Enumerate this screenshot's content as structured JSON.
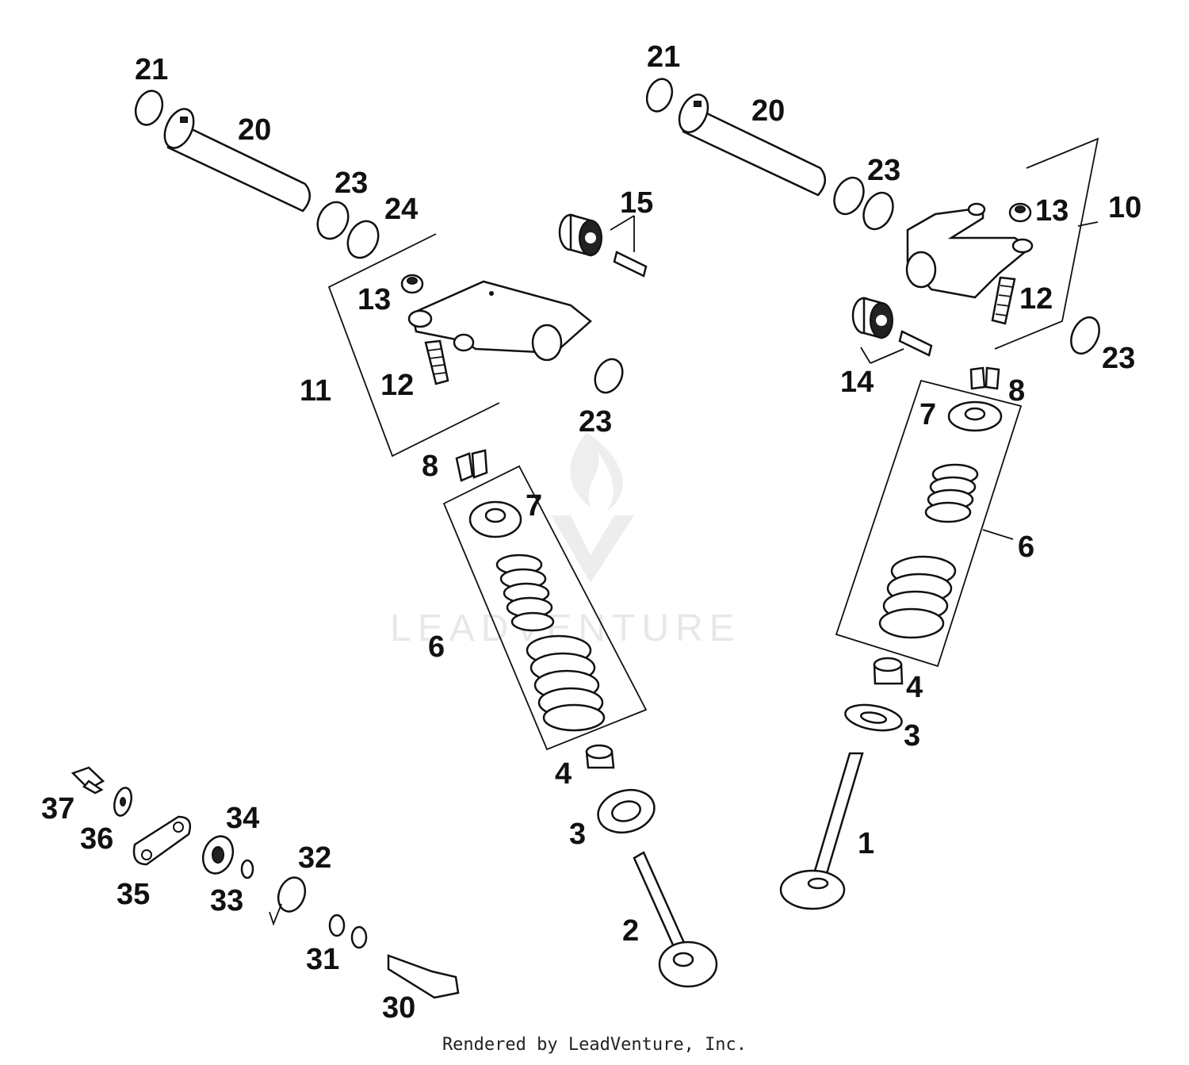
{
  "diagram": {
    "watermark": "LEADVENTURE",
    "footer": "Rendered by LeadVenture, Inc.",
    "callouts": {
      "l21": "21",
      "l20": "20",
      "l23a": "23",
      "l24": "24",
      "l15": "15",
      "l13": "13",
      "l11": "11",
      "l12": "12",
      "l23b": "23",
      "l8": "8",
      "l7": "7",
      "l6": "6",
      "l4": "4",
      "l3": "3",
      "l2": "2",
      "r21": "21",
      "r20": "20",
      "r23a": "23",
      "r13": "13",
      "r10": "10",
      "r12": "12",
      "r23b": "23",
      "r14": "14",
      "r8": "8",
      "r7": "7",
      "r6": "6",
      "r4": "4",
      "r3": "3",
      "r1": "1",
      "b37": "37",
      "b36": "36",
      "b35": "35",
      "b34": "34",
      "b33": "33",
      "b32": "32",
      "b31": "31",
      "b30": "30"
    }
  }
}
